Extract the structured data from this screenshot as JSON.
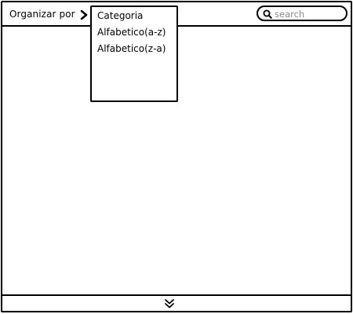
{
  "header": {
    "sort_label": "Organizar por",
    "search_placeholder": "search",
    "search_value": ""
  },
  "dropdown": {
    "items": [
      "Categoria",
      "Alfabetico(a-z)",
      "Alfabetico(z-a)"
    ]
  },
  "icons": {
    "sort_chevron": "chevron-right-icon",
    "search": "search-icon",
    "footer_expand": "double-chevron-down-icon"
  },
  "colors": {
    "stroke": "#000000",
    "background": "#ffffff",
    "placeholder": "#888888"
  }
}
